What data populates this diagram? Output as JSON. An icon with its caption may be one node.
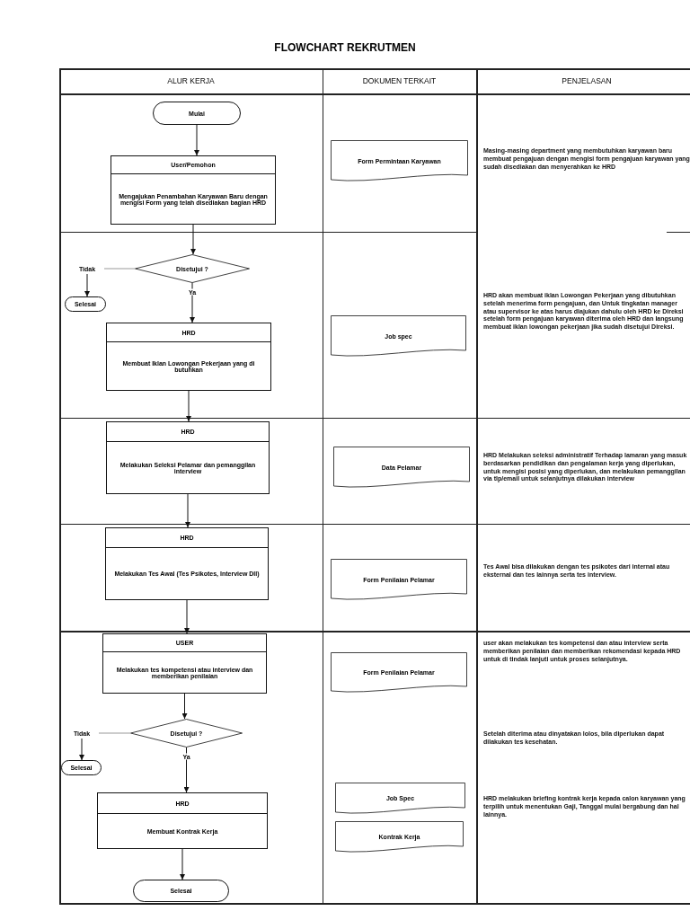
{
  "diagram": {
    "title": "FLOWCHART REKRUTMEN",
    "nodes": [
      {
        "text": [
          "Mulai"
        ]
      },
      {
        "text": [
          "User/Pemohon",
          "Mengajukan Penambahan Karyawan Baru dengan mengisi Form yang telah disediakan bagian HRD"
        ]
      },
      {
        "text": [
          "Form Permintaan Karyawan"
        ]
      },
      {
        "text": [
          "Disetujui ?"
        ]
      },
      {
        "text": [
          "Tidak"
        ]
      },
      {
        "text": [
          "Selesai"
        ]
      },
      {
        "text": [
          "HRD",
          "Membuat Iklan Lowongan Pekerjaan yang di butuhkan"
        ]
      },
      {
        "text": [
          "Job spec"
        ]
      },
      {
        "text": [
          "HRD",
          "Melakukan Seleksi Pelamar dan pemanggilan interview"
        ]
      },
      {
        "text": [
          "Data Pelamar"
        ]
      },
      {
        "text": [
          "HRD",
          "Melakukan Tes Awal (Tes Psikotes, Interview Dll)"
        ]
      },
      {
        "text": [
          "Form Penilaian Pelamar"
        ]
      },
      {
        "text": [
          "USER",
          "Melakukan tes kompetensi atau interview dan memberikan penilaian"
        ]
      },
      {
        "text": [
          "Form Penilaian Pelamar"
        ]
      },
      {
        "text": [
          "Disetujui ?"
        ]
      },
      {
        "text": [
          "Tidak"
        ]
      },
      {
        "text": [
          "Selesai"
        ]
      },
      {
        "text": [
          "HRD",
          "Membuat Kontrak Kerja"
        ]
      },
      {
        "text": [
          "Job Spec"
        ]
      },
      {
        "text": [
          "Kontrak Kerja"
        ]
      },
      {
        "text": [
          "Selesai"
        ]
      }
    ],
    "edges": [
      {
        "from": 0,
        "to": 1,
        "arrow": "to"
      },
      {
        "from": 1,
        "to": 3,
        "arrow": "to"
      },
      {
        "from": 3,
        "to": 4,
        "arrow": "none",
        "color": "#999999"
      },
      {
        "from": 4,
        "to": 5,
        "arrow": "to"
      },
      {
        "from": 3,
        "to": 6,
        "arrow": "to",
        "label": "Ya"
      },
      {
        "from": 6,
        "to": 8,
        "arrow": "to"
      },
      {
        "from": 8,
        "to": 10,
        "arrow": "to"
      },
      {
        "from": 10,
        "to": 12,
        "arrow": "to"
      },
      {
        "from": 12,
        "to": 14,
        "arrow": "to"
      },
      {
        "from": 14,
        "to": 15,
        "arrow": "none",
        "color": "#999999"
      },
      {
        "from": 15,
        "to": 16,
        "arrow": "to"
      },
      {
        "from": 14,
        "to": 17,
        "arrow": "to",
        "label": "Ya"
      },
      {
        "from": 17,
        "to": 20,
        "arrow": "to"
      }
    ],
    "labels": [
      "ALUR KERJA",
      "DOKUMEN TERKAIT",
      "PENJELASAN",
      "Masing-masing department yang membutuhkan karyawan baru membuat pengajuan dengan mengisi form pengajuan karyawan yang sudah disediakan dan menyerahkan ke HRD",
      "HRD akan membuat iklan Lowongan Pekerjaan yang dibutuhkan setelah menerima form pengajuan, dan Untuk tingkatan manager atau supervisor ke atas harus diajukan dahulu oleh HRD ke Direksi setelah form pengajuan karyawan diterima oleh HRD dan langsung membuat iklan lowongan pekerjaan jika sudah disetujui Direksi.",
      "HRD Melakukan seleksi administratif Terhadap lamaran yang masuk berdasarkan pendidikan dan pengalaman kerja yang diperlukan, untuk mengisi posisi yang diperlukan, dan melakukan pemanggilan via tlp/email untuk selanjutnya dilakukan interview",
      "Tes Awal bisa dilakukan dengan tes psikotes dari internal atau eksternal dan tes lainnya serta tes interview.",
      "user akan melakukan tes kompetensi dan atau interview serta memberikan penilaian dan memberikan rekomendasi kepada HRD untuk di tindak lanjuti untuk proses selanjutnya.",
      "Setelah diterima atau dinyatakan lolos, bila diperlukan dapat dilakukan tes kesehatan.",
      "HRD melakukan briefing kontrak kerja kepada calon karyawan yang terpilih untuk menentukan Gaji, Tanggal mulai bergabung dan hal lainnya."
    ]
  }
}
